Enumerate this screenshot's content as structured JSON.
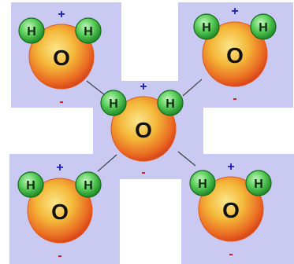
{
  "colors": {
    "panel": "#c9c9f2",
    "bond": "#404040",
    "positive_sign": "#1b1bb8",
    "negative_sign": "#d01818",
    "oxygen_core": "#f6d24a",
    "oxygen_edge": "#e2571c",
    "hydrogen_core": "#8fe08d",
    "hydrogen_edge": "#176b1c"
  },
  "labels": {
    "oxygen": "O",
    "hydrogen": "H",
    "positive": "+",
    "negative": "-"
  },
  "molecules": [
    {
      "id": "top-left"
    },
    {
      "id": "top-right"
    },
    {
      "id": "center"
    },
    {
      "id": "bottom-left"
    },
    {
      "id": "bottom-right"
    }
  ]
}
